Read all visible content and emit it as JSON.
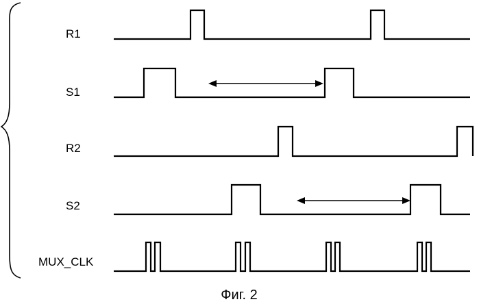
{
  "figure": {
    "caption": "Фиг. 2",
    "signals": [
      {
        "id": "r1",
        "label": "R1"
      },
      {
        "id": "s1",
        "label": "S1"
      },
      {
        "id": "r2",
        "label": "R2"
      },
      {
        "id": "s2",
        "label": "S2"
      },
      {
        "id": "mux",
        "label": "MUX_CLK"
      }
    ]
  }
}
